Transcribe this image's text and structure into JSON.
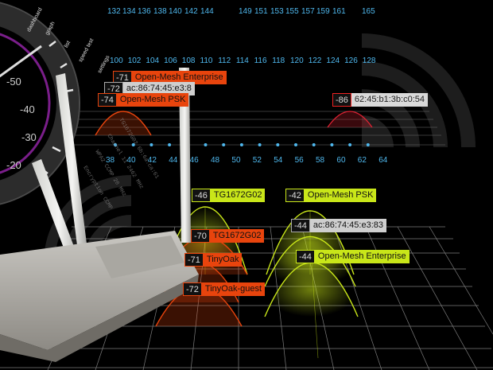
{
  "channels_5g_top": [
    "132",
    "134",
    "136",
    "138",
    "140",
    "142",
    "144",
    "149",
    "151",
    "153",
    "155",
    "157",
    "159",
    "161",
    "165"
  ],
  "channels_5g_mid": [
    "100",
    "102",
    "104",
    "106",
    "108",
    "110",
    "112",
    "114",
    "116",
    "118",
    "120",
    "122",
    "124",
    "126",
    "128"
  ],
  "channels_5g_low": [
    "38",
    "40",
    "42",
    "44",
    "46",
    "48",
    "50",
    "52",
    "54",
    "56",
    "58",
    "60",
    "62",
    "64"
  ],
  "gauge_labels": [
    "-50",
    "-40",
    "-30",
    "-20"
  ],
  "tabs": [
    "dashboard",
    "graph",
    "list",
    "speed test",
    "settings"
  ],
  "networks": [
    {
      "rssi": "-71",
      "ssid": "Open-Mesh Enterprise",
      "style": "orange"
    },
    {
      "rssi": "-72",
      "ssid": "ac:86:74:45:e3:8",
      "style": "gray"
    },
    {
      "rssi": "-74",
      "ssid": "Open-Mesh PSK",
      "style": "orange"
    },
    {
      "rssi": "-86",
      "ssid": "62:45:b1:3b:c0:54",
      "style": "red"
    },
    {
      "rssi": "-46",
      "ssid": "TG1672G02",
      "style": "yellow"
    },
    {
      "rssi": "-42",
      "ssid": "Open-Mesh PSK",
      "style": "yellow"
    },
    {
      "rssi": "-70",
      "ssid": "TG1672G02",
      "style": "orange"
    },
    {
      "rssi": "-44",
      "ssid": "ac:86:74:45:e3:83",
      "style": "gray"
    },
    {
      "rssi": "-71",
      "ssid": "TinyOak",
      "style": "orange"
    },
    {
      "rssi": "-44",
      "ssid": "Open-Mesh Enterprise",
      "style": "yellow"
    },
    {
      "rssi": "-72",
      "ssid": "TinyOak-guest",
      "style": "orange"
    }
  ],
  "colors": {
    "channel": "#4fb8ee",
    "orange": "#e8440d",
    "yellow": "#c9e619",
    "red": "#e22233",
    "grid": "#8a8a8a"
  }
}
